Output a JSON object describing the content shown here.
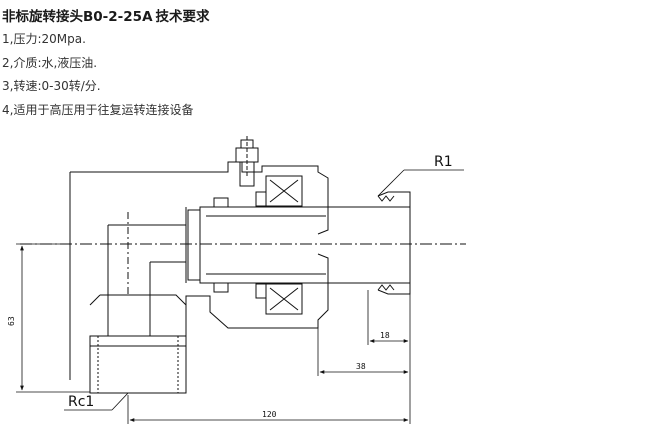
{
  "header": {
    "title": "非标旋转接头B0-2-25A",
    "subtitle": "技术要求"
  },
  "specs": [
    "1,压力:20Mpa.",
    "2,介质:水,液压油.",
    "3,转速:0-30转/分.",
    "4,适用于高压用于往复运转连接设备"
  ],
  "drawing": {
    "labels": {
      "radius": "R1",
      "thread": "Rc1"
    },
    "dimensions": {
      "height": "63",
      "port_length": "18",
      "shaft_length": "38",
      "overall_length": "120"
    }
  }
}
